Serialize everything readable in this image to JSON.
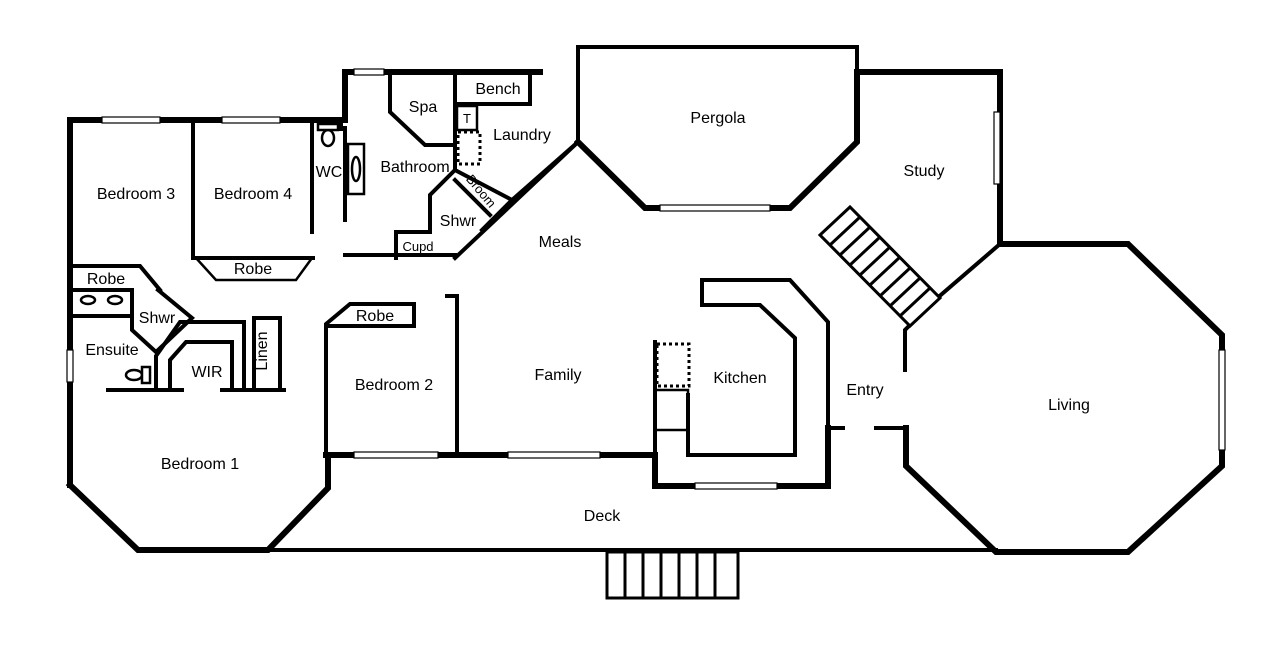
{
  "rooms": {
    "pergola": "Pergola",
    "bench": "Bench",
    "spa": "Spa",
    "toilet_t": "T",
    "laundry": "Laundry",
    "wc": "WC",
    "bathroom": "Bathroom",
    "broom": "Broom",
    "study": "Study",
    "bedroom3": "Bedroom 3",
    "bedroom4": "Bedroom 4",
    "shwr_bath": "Shwr",
    "meals": "Meals",
    "cupd": "Cupd",
    "robe_bed4": "Robe",
    "robe_ensuite": "Robe",
    "shwr_ensuite": "Shwr",
    "robe_bed2": "Robe",
    "ensuite": "Ensuite",
    "wir": "WIR",
    "linen": "Linen",
    "family": "Family",
    "kitchen": "Kitchen",
    "bedroom2": "Bedroom 2",
    "entry": "Entry",
    "living": "Living",
    "bedroom1": "Bedroom 1",
    "deck": "Deck"
  }
}
